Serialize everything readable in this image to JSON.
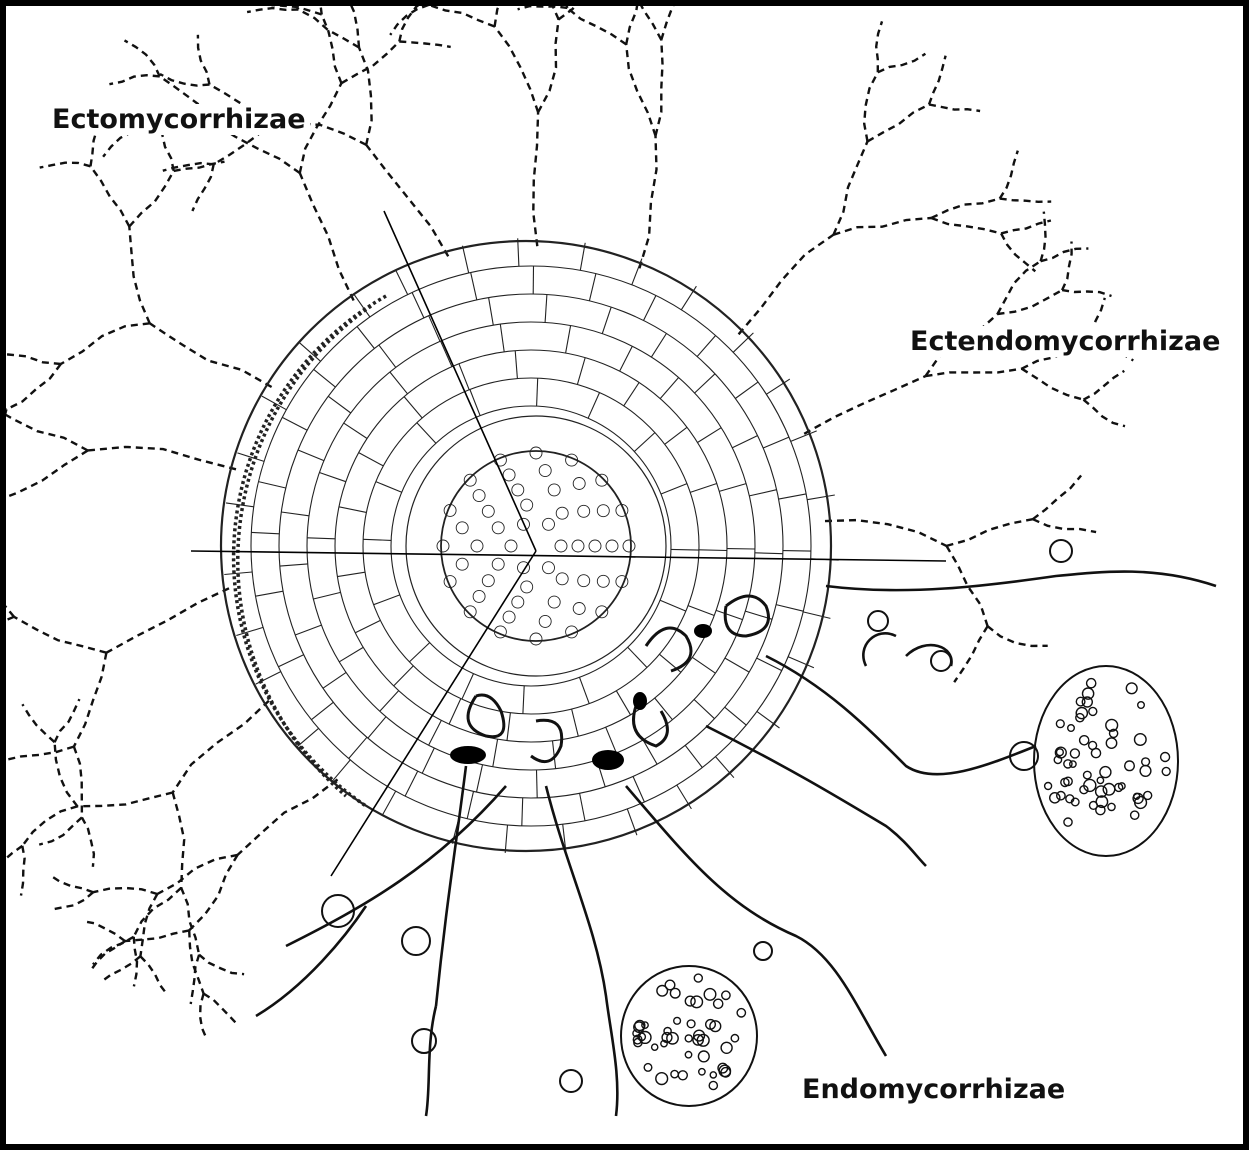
{
  "labels": {
    "ectomycorrhizae": "Ectomycorrhizae",
    "ectendomycorrhizae": "Ectendomycorrhizae",
    "endomycorrhizae": "Endomycorrhizae"
  },
  "colors": {
    "ink": "#111111",
    "border": "#000000",
    "background": "#ffffff"
  }
}
